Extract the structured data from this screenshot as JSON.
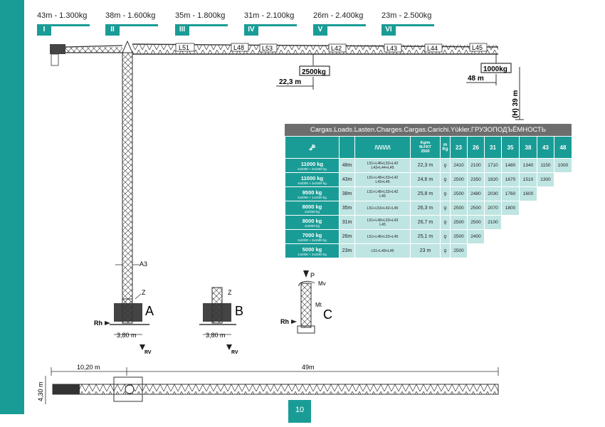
{
  "configs": [
    {
      "text": "43m - 1.300kg",
      "num": "I"
    },
    {
      "text": "38m - 1.600kg",
      "num": "II"
    },
    {
      "text": "35m - 1.800kg",
      "num": "III"
    },
    {
      "text": "31m - 2.100kg",
      "num": "IV"
    },
    {
      "text": "26m - 2.400kg",
      "num": "V"
    },
    {
      "text": "23m - 2.500kg",
      "num": "VI"
    }
  ],
  "jib_sections": [
    "L51",
    "L48",
    "L53",
    "L42",
    "L43",
    "L44",
    "L45"
  ],
  "loads": {
    "load1": "2500kg",
    "load2": "1000kg",
    "dist1": "22,3 m",
    "dist2": "48 m",
    "height": "(H) 39 m"
  },
  "mast": {
    "a3": "A3",
    "z": "Z",
    "rh": "Rh",
    "rv": "RV",
    "base_a": "A",
    "base_b": "B",
    "base_c": "C",
    "width": "3,80 m",
    "p": "P",
    "mv": "Mv",
    "mt": "Mt"
  },
  "plan": {
    "dim_counter": "10,20 m",
    "dim_jib": "49m",
    "dim_width": "4,30 m"
  },
  "table": {
    "title": "Cargas.Loads.Lasten.Charges.Cargas.Carichi.Yükler.ГРУЗОПОДЪЁМНОСТЬ",
    "kgm_label": "Kg/m\nM.FKT\n2500",
    "m_label": "m",
    "kg_label": "Kg",
    "radius_cols": [
      "23",
      "26",
      "31",
      "35",
      "38",
      "43",
      "48"
    ],
    "rows": [
      {
        "load": "11000 kg",
        "sub": "4x2000 + 2x1500 kg",
        "len": "48m",
        "jib": "L51+L48+L53+L42\nL43+L44+L45",
        "kg": "22,3 m",
        "vals": [
          "2410",
          "2100",
          "1710",
          "1480",
          "1340",
          "1150",
          "1000"
        ]
      },
      {
        "load": "11000 kg",
        "sub": "4x2000 + 2x1500 kg",
        "len": "43m",
        "jib": "L51+L48+L53+L42\nL43+L45",
        "kg": "24,6 m",
        "vals": [
          "2500",
          "2350",
          "1920",
          "1670",
          "1510",
          "1300"
        ]
      },
      {
        "load": "9500 kg",
        "sub": "4x2000 + 1x1500 kg",
        "len": "38m",
        "jib": "L51+L48+L53+L42\nL45",
        "kg": "25,8 m",
        "vals": [
          "2500",
          "2480",
          "2030",
          "1760",
          "1600"
        ]
      },
      {
        "load": "8000 kg",
        "sub": "4x2000 kg",
        "len": "35m",
        "jib": "L51+L53+L42+L45",
        "kg": "26,3 m",
        "vals": [
          "2500",
          "2500",
          "2070",
          "1800"
        ]
      },
      {
        "load": "8000 kg",
        "sub": "4x2000 kg",
        "len": "31m",
        "jib": "L51+L48+L53+L43\nL45",
        "kg": "26,7 m",
        "vals": [
          "2500",
          "2500",
          "2100"
        ]
      },
      {
        "load": "7000 kg",
        "sub": "2x2000 + 2x1500 kg",
        "len": "26m",
        "jib": "L51+L48+L53+L45",
        "kg": "25,1 m",
        "vals": [
          "2500",
          "2400"
        ]
      },
      {
        "load": "5000 kg",
        "sub": "1x2000 + 2x1500 kg",
        "len": "23m",
        "jib": "L51+L48+L45",
        "kg": "23 m",
        "vals": [
          "2500"
        ]
      }
    ]
  },
  "page": "10",
  "colors": {
    "accent": "#1a9c96",
    "light": "#bfe5e2",
    "title_bg": "#6d6d6d"
  }
}
